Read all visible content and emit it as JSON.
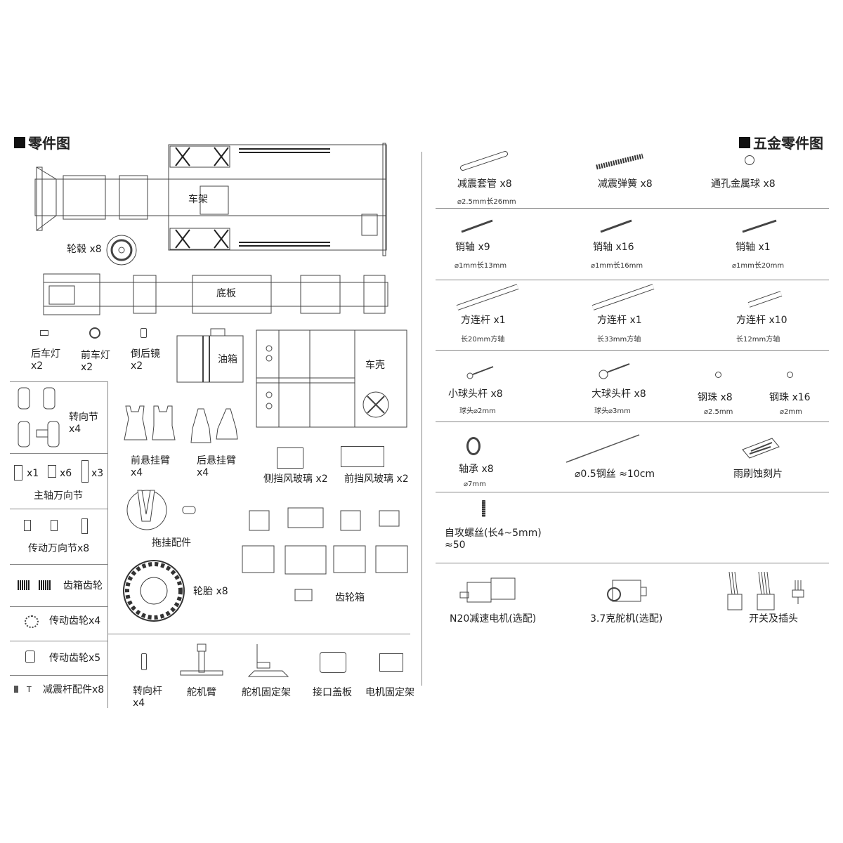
{
  "left_panel": {
    "title": "零件图",
    "chassis": {
      "frame_label": "车架",
      "hub_label": "轮毂 x8",
      "base_label": "底板"
    },
    "small_parts": [
      {
        "name": "后车灯",
        "qty": "x2"
      },
      {
        "name": "前车灯",
        "qty": "x2"
      },
      {
        "name": "倒后镜",
        "qty": "x2"
      }
    ],
    "fuel_tank": "油箱",
    "body_shell": "车壳",
    "steering_knuckle": {
      "name": "转向节",
      "qty": "x4"
    },
    "main_shaft_joint": {
      "name": "主轴万向节",
      "qtys": [
        "x1",
        "x6",
        "x3"
      ]
    },
    "drive_joint": "传动万向节x8",
    "gearbox_gear": "齿箱齿轮",
    "drive_gear_4": "传动齿轮x4",
    "drive_gear_5": "传动齿轮x5",
    "shock_parts": "减震杆配件x8",
    "front_arm": {
      "name": "前悬挂臂",
      "qty": "x4"
    },
    "rear_arm": {
      "name": "后悬挂臂",
      "qty": "x4"
    },
    "side_glass": "侧挡风玻璃 x2",
    "front_glass": "前挡风玻璃 x2",
    "trailer_parts": "拖挂配件",
    "tire": "轮胎 x8",
    "gearbox": "齿轮箱",
    "bottom_row": [
      {
        "name": "转向杆",
        "qty": "x4"
      },
      {
        "name": "舵机臂",
        "qty": ""
      },
      {
        "name": "舵机固定架",
        "qty": ""
      },
      {
        "name": "接口盖板",
        "qty": ""
      },
      {
        "name": "电机固定架",
        "qty": ""
      }
    ]
  },
  "right_panel": {
    "title": "五金零件图",
    "rows": [
      [
        {
          "name": "减震套管  x8",
          "spec": "⌀2.5mm长26mm"
        },
        {
          "name": "减震弹簧  x8",
          "spec": ""
        },
        {
          "name": "通孔金属球  x8",
          "spec": ""
        }
      ],
      [
        {
          "name": "销轴 x9",
          "spec": "⌀1mm长13mm"
        },
        {
          "name": "销轴 x16",
          "spec": "⌀1mm长16mm"
        },
        {
          "name": "销轴 x1",
          "spec": "⌀1mm长20mm"
        }
      ],
      [
        {
          "name": "方连杆  x1",
          "spec": "长20mm方轴"
        },
        {
          "name": "方连杆  x1",
          "spec": "长33mm方轴"
        },
        {
          "name": "方连杆  x10",
          "spec": "长12mm方轴"
        }
      ],
      [
        {
          "name": "小球头杆 x8",
          "spec": "球头⌀2mm"
        },
        {
          "name": "大球头杆 x8",
          "spec": "球头⌀3mm"
        },
        {
          "name": "钢珠  x8",
          "spec": "⌀2.5mm"
        },
        {
          "name": "钢珠  x16",
          "spec": "⌀2mm"
        }
      ],
      [
        {
          "name": "轴承  x8",
          "spec": "⌀7mm"
        },
        {
          "name": "⌀0.5钢丝 ≈10cm",
          "spec": ""
        },
        {
          "name": "雨刷蚀刻片",
          "spec": ""
        }
      ],
      [
        {
          "name": "自攻螺丝(长4~5mm)",
          "spec": "≈50"
        }
      ],
      [
        {
          "name": "N20减速电机(选配)",
          "spec": ""
        },
        {
          "name": "3.7克舵机(选配)",
          "spec": ""
        },
        {
          "name": "开关及插头",
          "spec": ""
        }
      ]
    ]
  }
}
